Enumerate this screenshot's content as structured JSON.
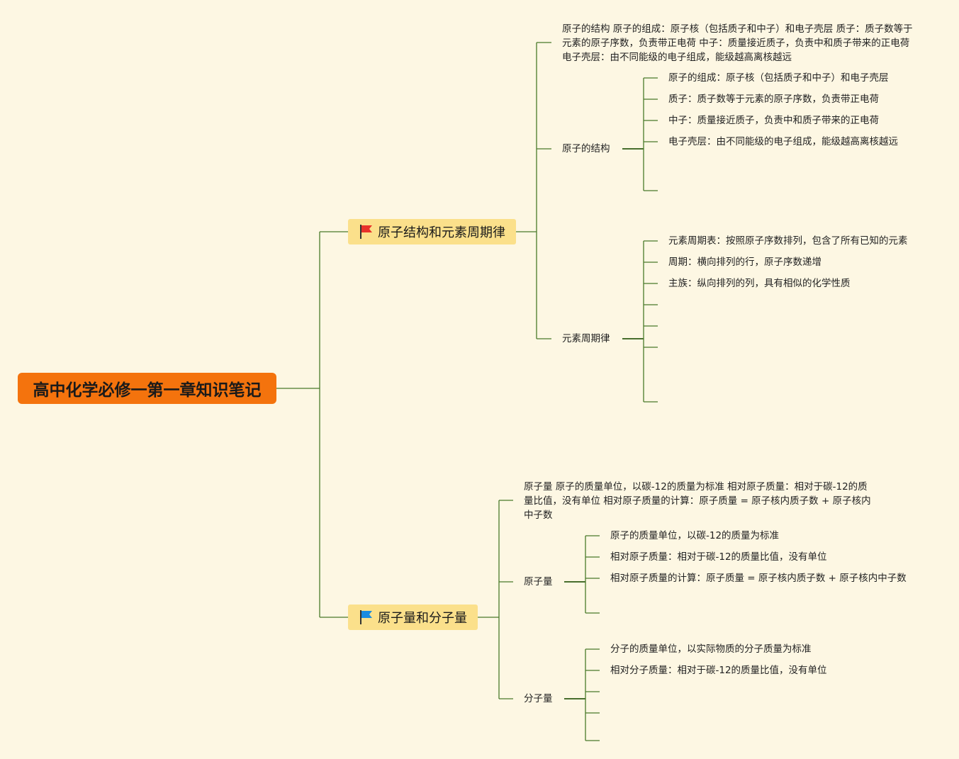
{
  "root": {
    "title": "高中化学必修一第一章知识笔记"
  },
  "branches": [
    {
      "title": "原子结构和元素周期律",
      "flag_color": "#e8322a",
      "summary": "原子的结构 原子的组成：原子核（包括质子和中子）和电子壳层 质子：质子数等于元素的原子序数，负责带正电荷 中子：质量接近质子，负责中和质子带来的正电荷 电子壳层：由不同能级的电子组成，能级越高离核越远",
      "children": [
        {
          "title": "原子的结构",
          "items": [
            "原子的组成：原子核（包括质子和中子）和电子壳层",
            "质子：质子数等于元素的原子序数，负责带正电荷",
            "中子：质量接近质子，负责中和质子带来的正电荷",
            "电子壳层：由不同能级的电子组成，能级越高离核越远"
          ]
        },
        {
          "title": "元素周期律",
          "items": [
            "元素周期表：按照原子序数排列，包含了所有已知的元素",
            "周期：横向排列的行，原子序数递增",
            "主族：纵向排列的列，具有相似的化学性质"
          ]
        }
      ]
    },
    {
      "title": "原子量和分子量",
      "flag_color": "#1a8be0",
      "summary": "原子量 原子的质量单位，以碳-12的质量为标准 相对原子质量：相对于碳-12的质量比值，没有单位 相对原子质量的计算：原子质量 = 原子核内质子数 + 原子核内中子数",
      "children": [
        {
          "title": "原子量",
          "items": [
            "原子的质量单位，以碳-12的质量为标准",
            "相对原子质量：相对于碳-12的质量比值，没有单位",
            "相对原子质量的计算：原子质量 = 原子核内质子数 + 原子核内中子数"
          ]
        },
        {
          "title": "分子量",
          "items": [
            "分子的质量单位，以实际物质的分子质量为标准",
            "相对分子质量：相对于碳-12的质量比值，没有单位"
          ]
        }
      ]
    }
  ],
  "colors": {
    "line": "#4a7a2a",
    "line_dark": "#2e5a14",
    "root_bg": "#f4730d",
    "branch_bg": "#fbe08b"
  }
}
